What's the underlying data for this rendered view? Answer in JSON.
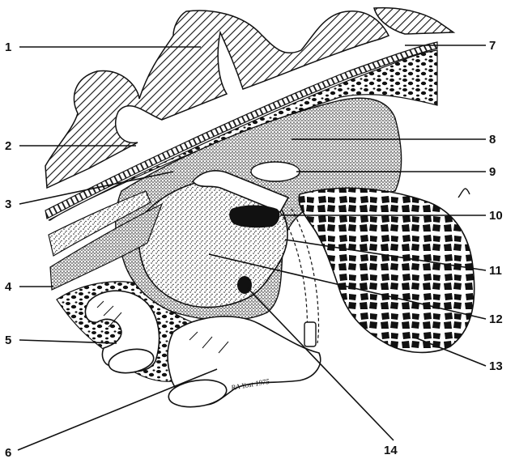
{
  "figure": {
    "labels": [
      {
        "id": "1",
        "text": "1"
      },
      {
        "id": "2",
        "text": "2"
      },
      {
        "id": "3",
        "text": "3"
      },
      {
        "id": "4",
        "text": "4"
      },
      {
        "id": "5",
        "text": "5"
      },
      {
        "id": "6",
        "text": "6"
      },
      {
        "id": "7",
        "text": "7"
      },
      {
        "id": "8",
        "text": "8"
      },
      {
        "id": "9",
        "text": "9"
      },
      {
        "id": "10",
        "text": "10"
      },
      {
        "id": "11",
        "text": "11"
      },
      {
        "id": "12",
        "text": "12"
      },
      {
        "id": "13",
        "text": "13"
      },
      {
        "id": "14",
        "text": "14"
      }
    ],
    "signature": "RA Yost 1975"
  }
}
